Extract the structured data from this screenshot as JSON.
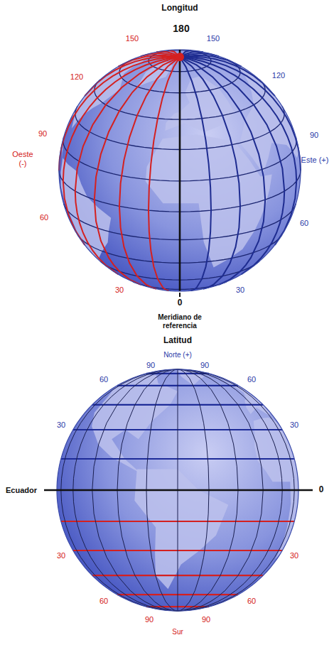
{
  "diagram": {
    "labels": [
      "Longitud",
      "180",
      "150",
      "150",
      "120",
      "120",
      "90",
      "90",
      "Oeste (-)",
      "Este (+)",
      "60",
      "60",
      "30",
      "30",
      "0",
      "Meridiano de referencia",
      "Latitud",
      "Norte (+)",
      "90",
      "90",
      "60",
      "60",
      "30",
      "30",
      "Ecuador",
      "0",
      "30",
      "30",
      "60",
      "60",
      "90",
      "90",
      "Sur"
    ]
  }
}
